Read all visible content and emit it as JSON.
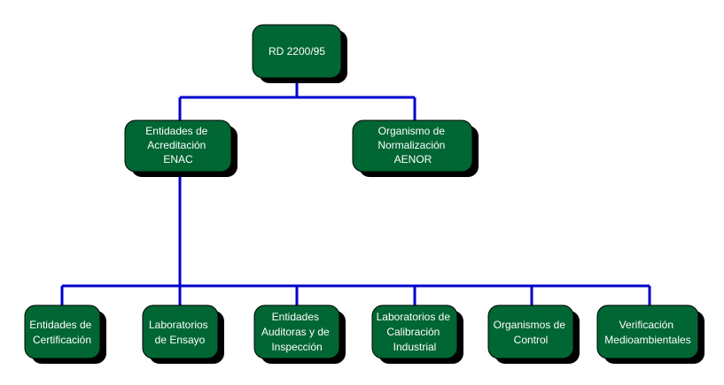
{
  "colors": {
    "node_fill": "#006633",
    "node_shadow": "#000000",
    "node_text": "#ffffff",
    "connector": "#0000cc",
    "background": "#ffffff"
  },
  "nodes": {
    "root": {
      "lines": [
        "RD 2200/95"
      ]
    },
    "enac": {
      "lines": [
        "Entidades de",
        "Acreditación",
        "ENAC"
      ]
    },
    "aenor": {
      "lines": [
        "Organismo de",
        "Normalización",
        "AENOR"
      ]
    },
    "certificacion": {
      "lines": [
        "Entidades de",
        "Certificación"
      ]
    },
    "ensayo": {
      "lines": [
        "Laboratorios",
        "de Ensayo"
      ]
    },
    "auditoras": {
      "lines": [
        "Entidades",
        "Auditoras y de",
        "Inspección"
      ]
    },
    "calibracion": {
      "lines": [
        "Laboratorios de",
        "Calibración",
        "Industrial"
      ]
    },
    "control": {
      "lines": [
        "Organismos de",
        "Control"
      ]
    },
    "verificacion": {
      "lines": [
        "Verificación",
        "Medioambientales"
      ]
    }
  }
}
